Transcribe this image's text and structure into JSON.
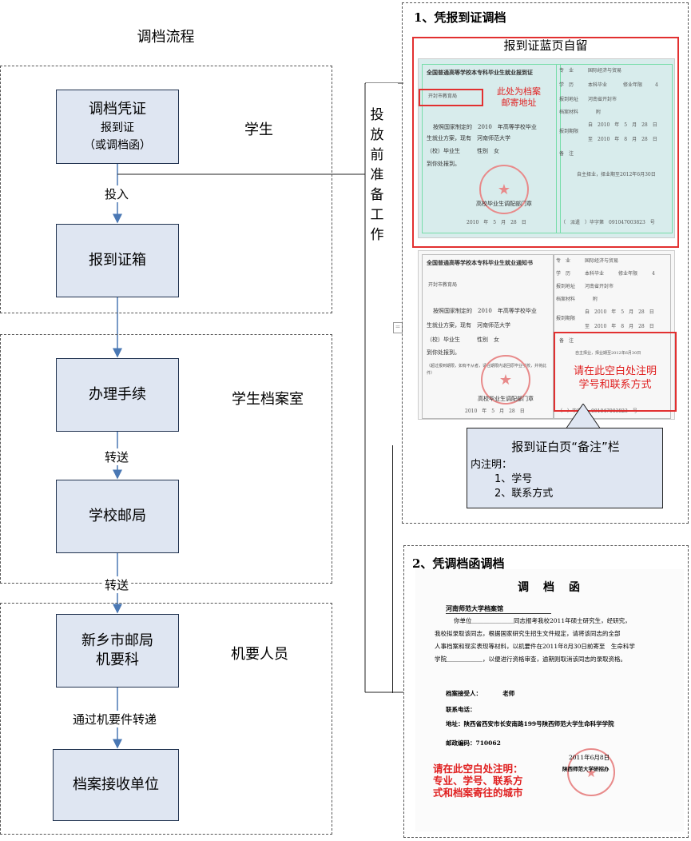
{
  "title": "调档流程",
  "roles": {
    "student": "学生",
    "archive": "学生档案室",
    "staff": "机要人员"
  },
  "nodes": {
    "voucher": {
      "main": "调档凭证",
      "sub1": "报到证",
      "sub2": "（或调档函）"
    },
    "box": "报到证箱",
    "procedure": "办理手续",
    "post": "学校邮局",
    "xinxiang1": "新乡市邮局",
    "xinxiang2": "机要科",
    "receiver": "档案接收单位"
  },
  "edges": {
    "put_in": "投入",
    "transfer1": "转送",
    "transfer2": "转送",
    "confidential": "通过机要件转递"
  },
  "prep_label": "投放前准备工作",
  "section1": {
    "title": "1、凭报到证调档",
    "blue_page_caption": "报到证蓝页自留",
    "blue": {
      "heading": "全国普通高等学校本专科毕业生就业报到证",
      "org": "开封市教育局",
      "mail_note1": "此处为档案",
      "mail_note2": "邮寄地址",
      "body1": "按照国家制定的　2010　年高等学校毕业",
      "body2": "生就业方案，现有　河南师范大学",
      "body3": "（校）毕业生　　　性别　女",
      "body4": "到你处报到。",
      "issuer": "高校毕业生调配部门章",
      "date": "2010　年　5　月　28　日",
      "f_major": "专　业",
      "v_major": "国际经济与贸易",
      "f_edu": "学　历",
      "v_edu": "本科毕业",
      "f_years": "修业年限",
      "v_years": "4",
      "f_addr": "报到地址",
      "v_addr": "河南省开封市",
      "f_file": "档案材料",
      "v_file": "附",
      "f_period": "报到期限",
      "p_from": "自　2010　年　5　月　28　日",
      "p_to": "至　2010　年　8　月　28　日",
      "f_note": "备　注",
      "v_note": "自主择业，择业期至2012年6月30日",
      "number": "（　派遣　）毕字第　091047003823　号"
    },
    "white": {
      "heading": "全国普通高等学校本专科毕业生就业通知书",
      "org": "开封市教育局",
      "body1": "按照国家制定的　2010　年高等学校毕业",
      "body2": "生就业方案，现有　河南师范大学",
      "body3": "（校）毕业生　　　性别　女",
      "body4": "到你处报到。",
      "note_small": "（超过报到期限，如有不从者，请在期限内退回原毕业学校，并将此件）",
      "issuer": "高校毕业生调配部门章",
      "date": "2010　年　5　月　28　日",
      "f_major": "专　业",
      "v_major": "国际经济与贸易",
      "f_edu": "学　历",
      "v_edu": "本科毕业",
      "f_years": "修业年限",
      "v_years": "4",
      "f_addr": "报到地址",
      "v_addr": "河南省开封市",
      "f_file": "档案材料",
      "v_file": "附",
      "f_period": "报到期限",
      "p_from": "自　2010　年　5　月　28　日",
      "p_to": "至　2010　年　8　月　28　日",
      "f_note": "备　注",
      "v_note": "自主择业，择业期至2012年6月30日",
      "number": "（　）毕字第　091047003823　号",
      "red_note1": "请在此空白处注明",
      "red_note2": "学号和联系方式"
    },
    "callout": {
      "title": "报到证白页“备注”栏",
      "line1": "内注明：",
      "line2": "1、学号",
      "line3": "2、联系方式"
    }
  },
  "section2": {
    "title": "2、凭调档函调档",
    "letter": {
      "heading": "调　档　函",
      "to": "河南师范大学档案馆",
      "p1": "你单位＿＿＿＿＿＿＿同志报考我校2011年硕士研究生，经研究，",
      "p2": "我校拟录取该同志，根据国家研究生招生文件规定，请将该同志的全部",
      "p3": "人事档案和现实表现等材料，以机要件在2011年8月30日前寄至　生命科学",
      "p4": "学院＿＿＿＿＿＿，以便进行资格审查，逾期则取消该同志的录取资格。",
      "receiver": "档案接受人：　　　　老师",
      "phone": "联系电话：",
      "address": "地址：陕西省西安市长安南路199号陕西师范大学生命科学学院",
      "postcode": "邮政编码：710062",
      "date": "2011年6月8日",
      "sign": "陕西师范大学研招办",
      "red1": "请在此空白处注明：",
      "red2": "专业、学号、联系方",
      "red3": "式和档案寄往的城市"
    }
  },
  "colors": {
    "node_fill": "#dfe6f2",
    "node_border": "#20324f",
    "arrow": "#4a78b4",
    "red": "#e02020"
  }
}
